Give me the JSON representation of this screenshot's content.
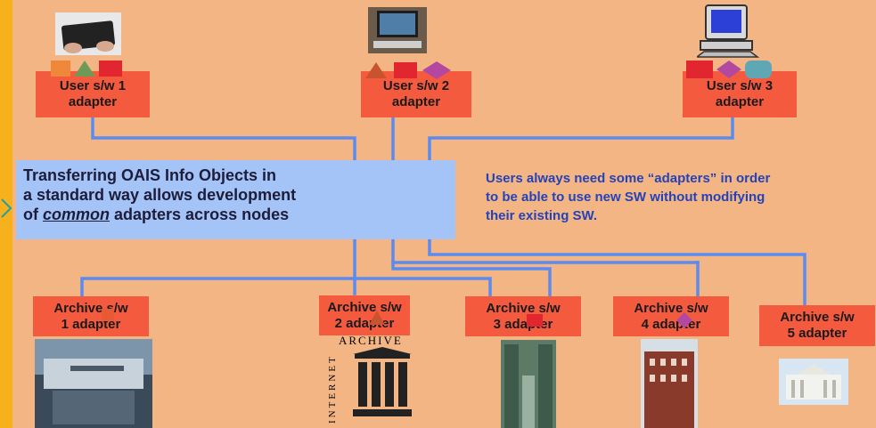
{
  "users": [
    {
      "line1": "User s/w 1",
      "line2": "adapter"
    },
    {
      "line1": "User s/w 2",
      "line2": "adapter"
    },
    {
      "line1": "User s/w 3",
      "line2": "adapter"
    }
  ],
  "archives": [
    {
      "line1": "Archive  s/w",
      "line2": "1 adapter"
    },
    {
      "line1": "Archive  s/w",
      "line2": "2 adapter"
    },
    {
      "line1": "Archive  s/w",
      "line2": "3 adapter"
    },
    {
      "line1": "Archive  s/w",
      "line2": "4 adapter"
    },
    {
      "line1": "Archive  s/w",
      "line2": "5 adapter"
    }
  ],
  "panel": {
    "line1": "Transferring OAIS Info Objects in",
    "line2": "a standard way allows development",
    "line3_em": "common",
    "line3_pre": "of ",
    "line3_post": " adapters across nodes"
  },
  "note": {
    "line1": "Users always need some “adapters” in order",
    "line2": "to be able to use new SW without modifying",
    "line3": "their existing SW."
  },
  "logo": {
    "top": "ARCHIVE",
    "side": "INTERNET"
  },
  "colors": {
    "background": "#f3b584",
    "adapter": "#f45a3e",
    "wire": "#5b8bf0",
    "panel": "#a4c3f7",
    "note": "#2443b8"
  },
  "icons": [
    "tablet-device-icon",
    "workstation-icon",
    "desktop-computer-icon",
    "building-photo-icon",
    "internet-archive-logo",
    "warehouse-photo-icon",
    "brick-building-photo-icon",
    "white-building-photo-icon"
  ]
}
